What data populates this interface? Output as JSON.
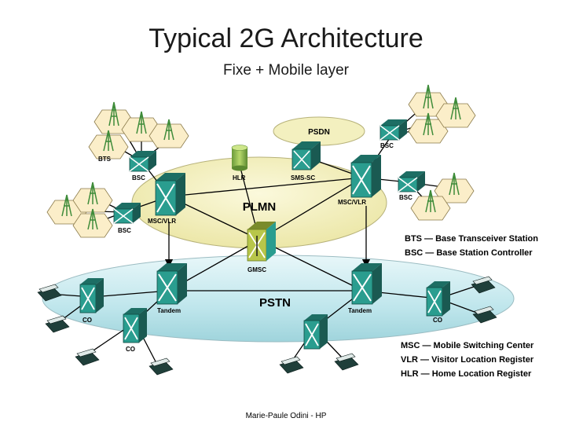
{
  "title": "Typical 2G Architecture",
  "subtitle": "Fixe + Mobile layer",
  "clouds": {
    "psdn": "PSDN",
    "plmn": "PLMN",
    "pstn": "PSTN"
  },
  "labels": {
    "bts": "BTS",
    "bsc_left_top": "BSC",
    "bsc_left_bottom": "BSC",
    "bsc_right_top": "BSC",
    "bsc_right_bottom": "BSC",
    "hlr": "HLR",
    "sms_sc": "SMS-SC",
    "msc_vlr_left": "MSC/VLR",
    "msc_vlr_right": "MSC/VLR",
    "gmsc": "GMSC",
    "tandem_left": "Tandem",
    "tandem_right": "Tandem",
    "co_left": "CO",
    "co_left_bottom": "CO",
    "co_right": "CO"
  },
  "legend_top": [
    "BTS — Base Transceiver Station",
    "BSC — Base Station Controller"
  ],
  "legend_bottom": [
    "MSC — Mobile Switching Center",
    "VLR — Visitor Location Register",
    "HLR — Home Location Register"
  ],
  "footer": "Marie-Paule Odini - HP",
  "colors": {
    "plmn_fill": "#f3f0bf",
    "pstn_fill": "#bfe6ec",
    "psdn_fill": "#f3f0bf",
    "switch_front": "#2a9d8f",
    "switch_top": "#1d6e64",
    "gmsc_front": "#b8c64a",
    "hex_fill": "#fbeec9",
    "tower": "#3f8c3a",
    "phone": "#1f3f3a"
  }
}
